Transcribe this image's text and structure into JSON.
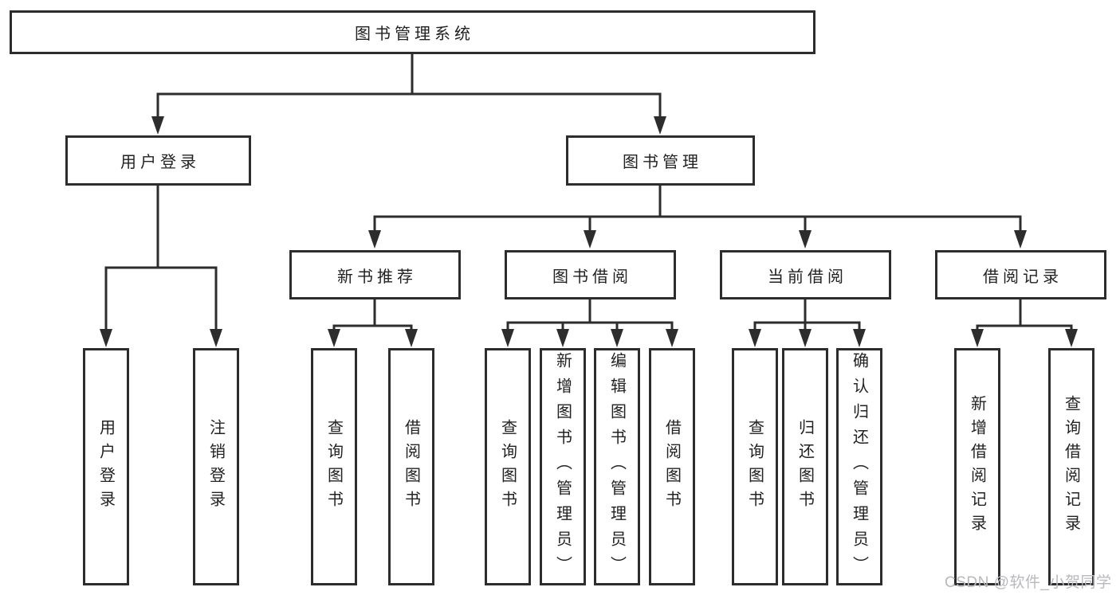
{
  "tree": {
    "label": "图书管理系统",
    "children": [
      {
        "label": "用户登录",
        "children": [
          {
            "label": "用户登录"
          },
          {
            "label": "注销登录"
          }
        ]
      },
      {
        "label": "图书管理",
        "children": [
          {
            "label": "新书推荐",
            "children": [
              {
                "label": "查询图书"
              },
              {
                "label": "借阅图书"
              }
            ]
          },
          {
            "label": "图书借阅",
            "children": [
              {
                "label": "查询图书"
              },
              {
                "label": "新增图书（管理员）"
              },
              {
                "label": "编辑图书（管理员）"
              },
              {
                "label": "借阅图书"
              }
            ]
          },
          {
            "label": "当前借阅",
            "children": [
              {
                "label": "查询图书"
              },
              {
                "label": "归还图书"
              },
              {
                "label": "确认归还（管理员）"
              }
            ]
          },
          {
            "label": "借阅记录",
            "children": [
              {
                "label": "新增借阅记录"
              },
              {
                "label": "查询借阅记录"
              }
            ]
          }
        ]
      }
    ]
  },
  "watermark": {
    "text": "CSDN @软件_小贺同学",
    "color": "#b9b9bd"
  },
  "colors": {
    "background": "#ffffff",
    "box_background": "#ffffff",
    "box_border": "#2d2d2d",
    "connector": "#2d2d2d",
    "text": "#222222"
  }
}
